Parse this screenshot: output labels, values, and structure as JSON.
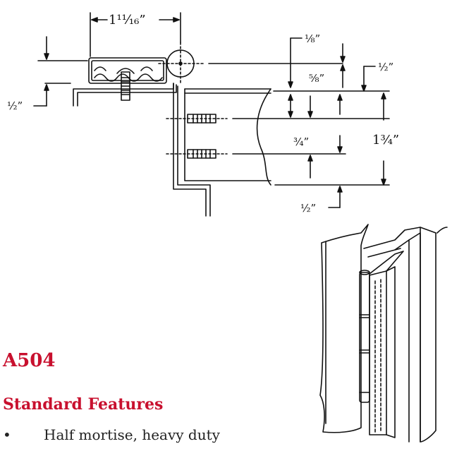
{
  "dimensions": {
    "d_width": "1¹¹⁄₁₆”",
    "d_eighth": "⅛”",
    "d_five_eighth": "⅝”",
    "d_half_right_top": "½”",
    "d_half_left": "½”",
    "d_three_quarter": "¾”",
    "d_one_three_quarter": "1¾”",
    "d_half_bottom": "½”"
  },
  "product": {
    "code": "A504"
  },
  "features": {
    "heading": "Standard Features",
    "items": [
      {
        "bullet": "•",
        "text": "Half mortise, heavy duty"
      }
    ]
  },
  "colors": {
    "accent": "#c8102e",
    "line": "#111111"
  }
}
